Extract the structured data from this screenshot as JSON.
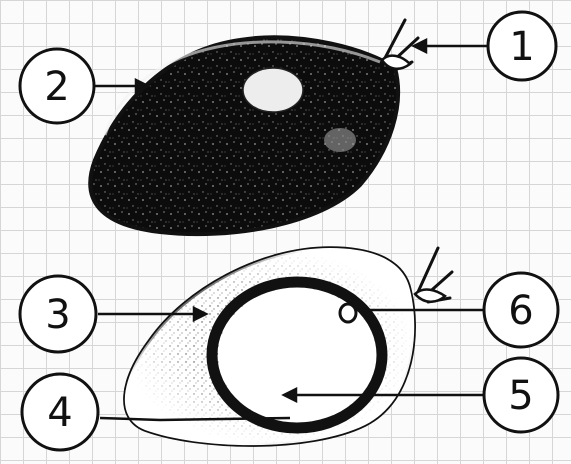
{
  "diagram": {
    "callouts": [
      {
        "id": "1",
        "label": "1"
      },
      {
        "id": "2",
        "label": "2"
      },
      {
        "id": "3",
        "label": "3"
      },
      {
        "id": "4",
        "label": "4"
      },
      {
        "id": "5",
        "label": "5"
      },
      {
        "id": "6",
        "label": "6"
      }
    ]
  },
  "colors": {
    "ink": "#111111",
    "paper": "#fbfbfb",
    "grid": "#d6d6d6"
  }
}
